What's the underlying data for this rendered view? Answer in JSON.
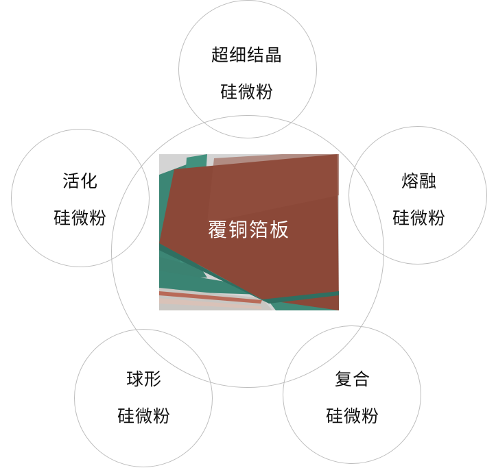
{
  "center": {
    "title": "覆铜箔板",
    "image": "copper-clad-laminate-photo"
  },
  "nodes": {
    "top": {
      "line1": "超细结晶",
      "line2": "硅微粉"
    },
    "left": {
      "line1": "活化",
      "line2": "硅微粉"
    },
    "right": {
      "line1": "熔融",
      "line2": "硅微粉"
    },
    "bottom_left": {
      "line1": "球形",
      "line2": "硅微粉"
    },
    "bottom_right": {
      "line1": "复合",
      "line2": "硅微粉"
    }
  },
  "colors": {
    "circle_stroke": "#bdbdbd",
    "copper": "#8a4a3a",
    "laminate_green": "#3f8a78",
    "background": "#ffffff"
  }
}
